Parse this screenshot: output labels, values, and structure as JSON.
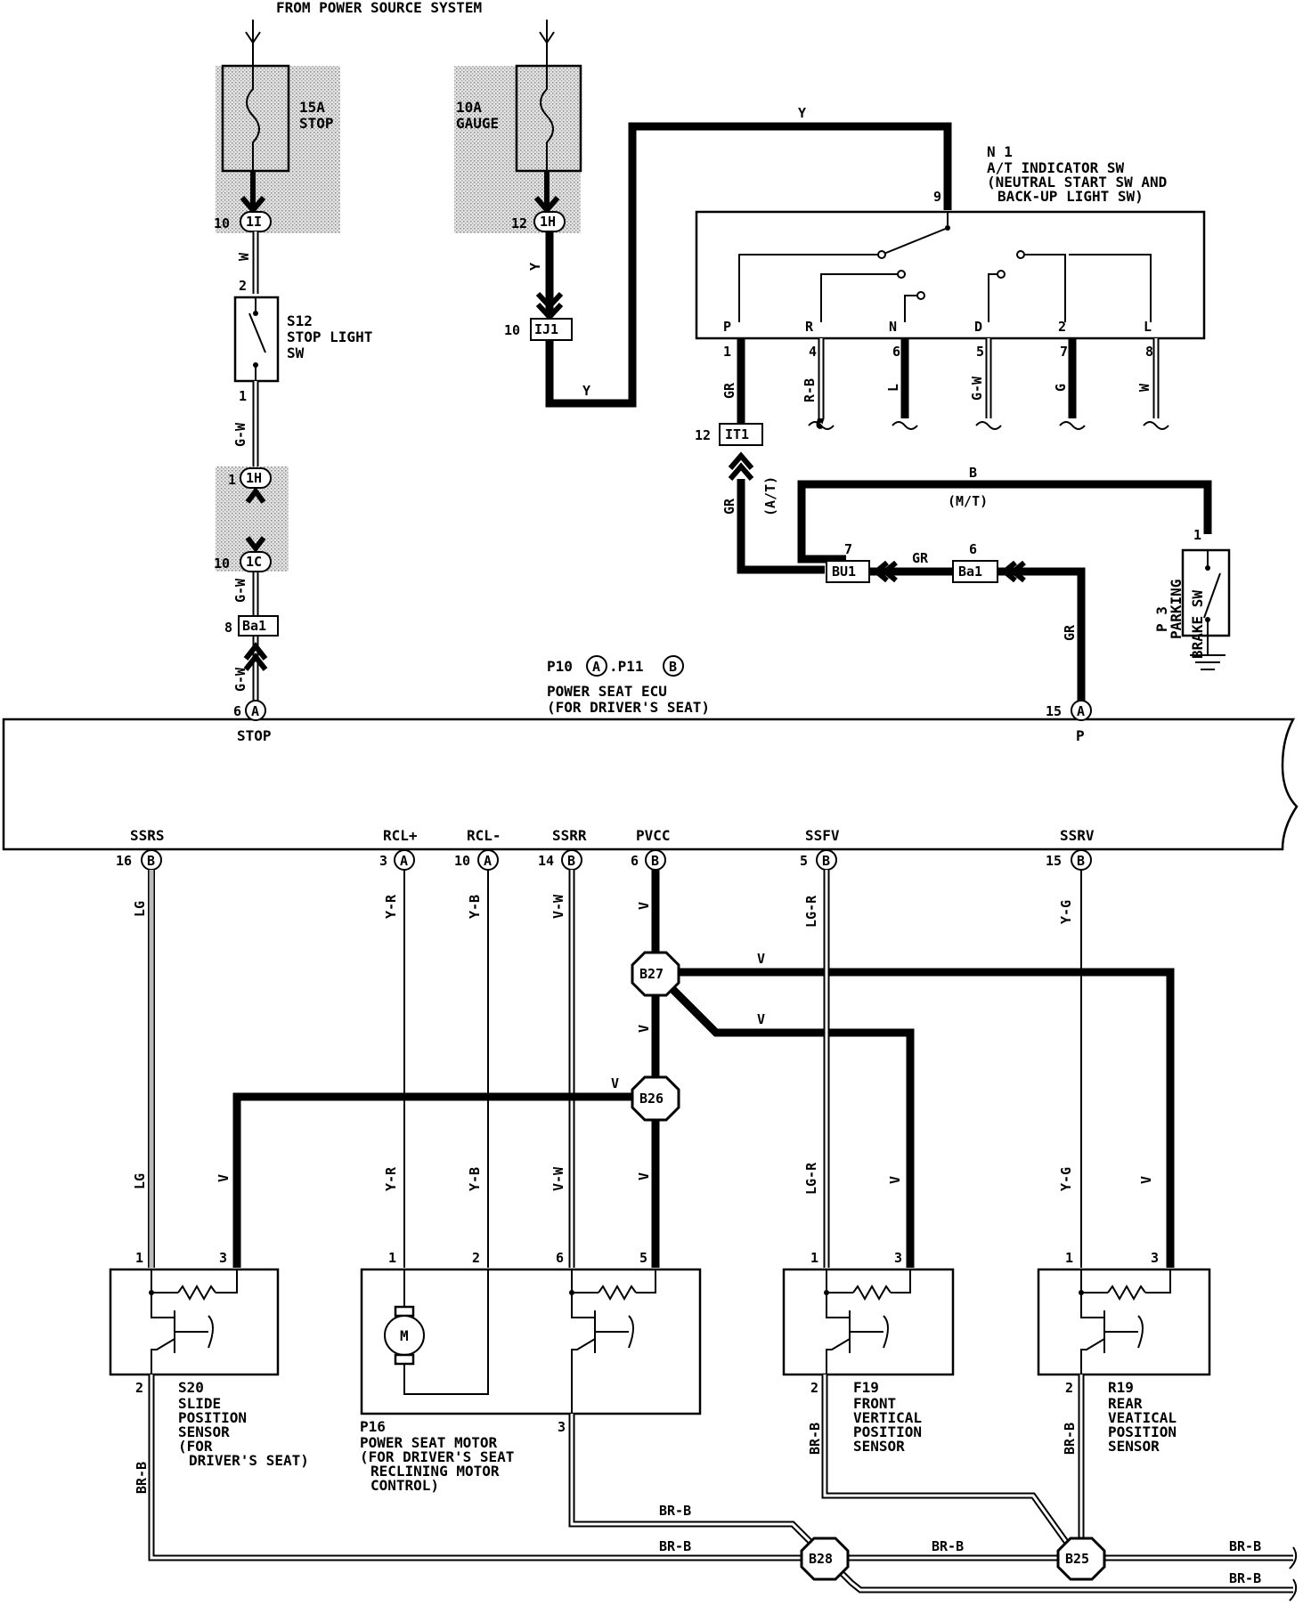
{
  "header": "FROM POWER SOURCE SYSTEM",
  "fuses": {
    "stop": {
      "rating": "15A",
      "name": "STOP"
    },
    "gauge": {
      "rating": "10A",
      "name": "GAUGE"
    }
  },
  "connectors": {
    "c1I": {
      "pin": "10",
      "id": "1I"
    },
    "c1H": {
      "pin": "12",
      "id": "1H"
    },
    "c1H2": {
      "pin": "1",
      "id": "1H"
    },
    "c1C": {
      "pin": "10",
      "id": "1C"
    },
    "cIJ1": {
      "pin": "10",
      "id": "IJ1"
    },
    "cIT1": {
      "pin": "12",
      "id": "IT1"
    },
    "cBA1a": {
      "pin": "8",
      "id": "Ba1"
    },
    "cBA1b": {
      "pin": "6",
      "id": "Ba1"
    },
    "cBU1": {
      "pin": "7",
      "id": "BU1"
    }
  },
  "stop_switch": {
    "id": "S12",
    "line1": "STOP LIGHT",
    "line2": "SW",
    "pin_top": "2",
    "pin_bottom": "1"
  },
  "indicator_sw": {
    "id": "N 1",
    "line1": "A/T INDICATOR SW",
    "line2": "(NEUTRAL START SW AND",
    "line3": "BACK-UP LIGHT SW)",
    "pin_in": "9",
    "positions": [
      "P",
      "R",
      "N",
      "D",
      "2",
      "L"
    ],
    "pins": [
      "1",
      "4",
      "6",
      "5",
      "7",
      "8"
    ],
    "wires": [
      "GR",
      "R-B",
      "L",
      "G-W",
      "G",
      "W"
    ]
  },
  "parking_sw": {
    "id": "P 3",
    "line1": "PARKING",
    "line2": "BRAKE SW",
    "pin": "1"
  },
  "ecu": {
    "line0a": "P10",
    "conn_a": "A",
    "line0b": ".P11",
    "conn_b": "B",
    "line1": "POWER SEAT ECU",
    "line2": "(FOR DRIVER'S SEAT)",
    "top_terms": [
      {
        "name": "STOP",
        "pin": "6",
        "conn": "A"
      },
      {
        "name": "P",
        "pin": "15",
        "conn": "A"
      }
    ],
    "bottom_terms": [
      {
        "name": "SSRS",
        "pin": "16",
        "conn": "B"
      },
      {
        "name": "RCL+",
        "pin": "3",
        "conn": "A"
      },
      {
        "name": "RCL-",
        "pin": "10",
        "conn": "A"
      },
      {
        "name": "SSRR",
        "pin": "14",
        "conn": "B"
      },
      {
        "name": "PVCC",
        "pin": "6",
        "conn": "B"
      },
      {
        "name": "SSFV",
        "pin": "5",
        "conn": "B"
      },
      {
        "name": "SSRV",
        "pin": "15",
        "conn": "B"
      }
    ]
  },
  "wire_labels": {
    "w": "W",
    "y": "Y",
    "gw": "G-W",
    "gr": "GR",
    "b": "B",
    "at": "(A/T)",
    "mt": "(M/T)",
    "lg": "LG",
    "yr": "Y-R",
    "yb": "Y-B",
    "vw": "V-W",
    "v": "V",
    "lgr": "LG-R",
    "yg": "Y-G",
    "brb": "BR-B"
  },
  "hubs": {
    "b27": "B27",
    "b26": "B26",
    "b28": "B28",
    "b25": "B25"
  },
  "sensors": {
    "s20": {
      "id": "S20",
      "lines": [
        "SLIDE",
        "POSITION",
        "SENSOR",
        "(FOR",
        "DRIVER'S SEAT)"
      ],
      "pins": [
        "1",
        "3",
        "2"
      ]
    },
    "p16": {
      "id": "P16",
      "lines": [
        "POWER SEAT MOTOR",
        "(FOR DRIVER'S SEAT",
        "RECLINING MOTOR",
        "CONTROL)"
      ],
      "pins": [
        "1",
        "2",
        "6",
        "5",
        "3"
      ],
      "motor": "M"
    },
    "f19": {
      "id": "F19",
      "lines": [
        "FRONT",
        "VERTICAL",
        "POSITION",
        "SENSOR"
      ],
      "pins": [
        "1",
        "3",
        "2"
      ]
    },
    "r19": {
      "id": "R19",
      "lines": [
        "REAR",
        "VEATICAL",
        "POSITION",
        "SENSOR"
      ],
      "pins": [
        "1",
        "3",
        "2"
      ]
    }
  }
}
